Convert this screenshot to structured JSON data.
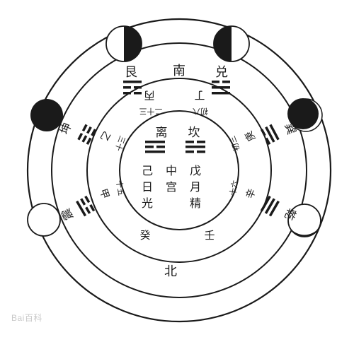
{
  "directions": {
    "south": "南",
    "north": "北"
  },
  "trigrams": {
    "gen": "艮",
    "dui": "兑",
    "kun": "坤",
    "zhen": "震",
    "xun": "巽",
    "qian": "乾",
    "li": "离",
    "kan": "坎"
  },
  "stems": {
    "bing": "丙",
    "ding": "丁",
    "yi": "乙",
    "geng": "庚",
    "jia": "甲",
    "xin": "辛",
    "gui": "癸",
    "ren": "壬"
  },
  "lunar_days": {
    "bing_day": "二十三",
    "ding_day": "初八",
    "yi_day": "三十",
    "geng_day": "初三",
    "jia_day": "十五",
    "xin_day": "十六"
  },
  "center": {
    "wu": "戊",
    "ji": "己",
    "zhong": "中",
    "gong": "宫",
    "ri": "日",
    "guang": "光",
    "yue": "月",
    "jing": "精"
  },
  "watermark": "Bai百科"
}
